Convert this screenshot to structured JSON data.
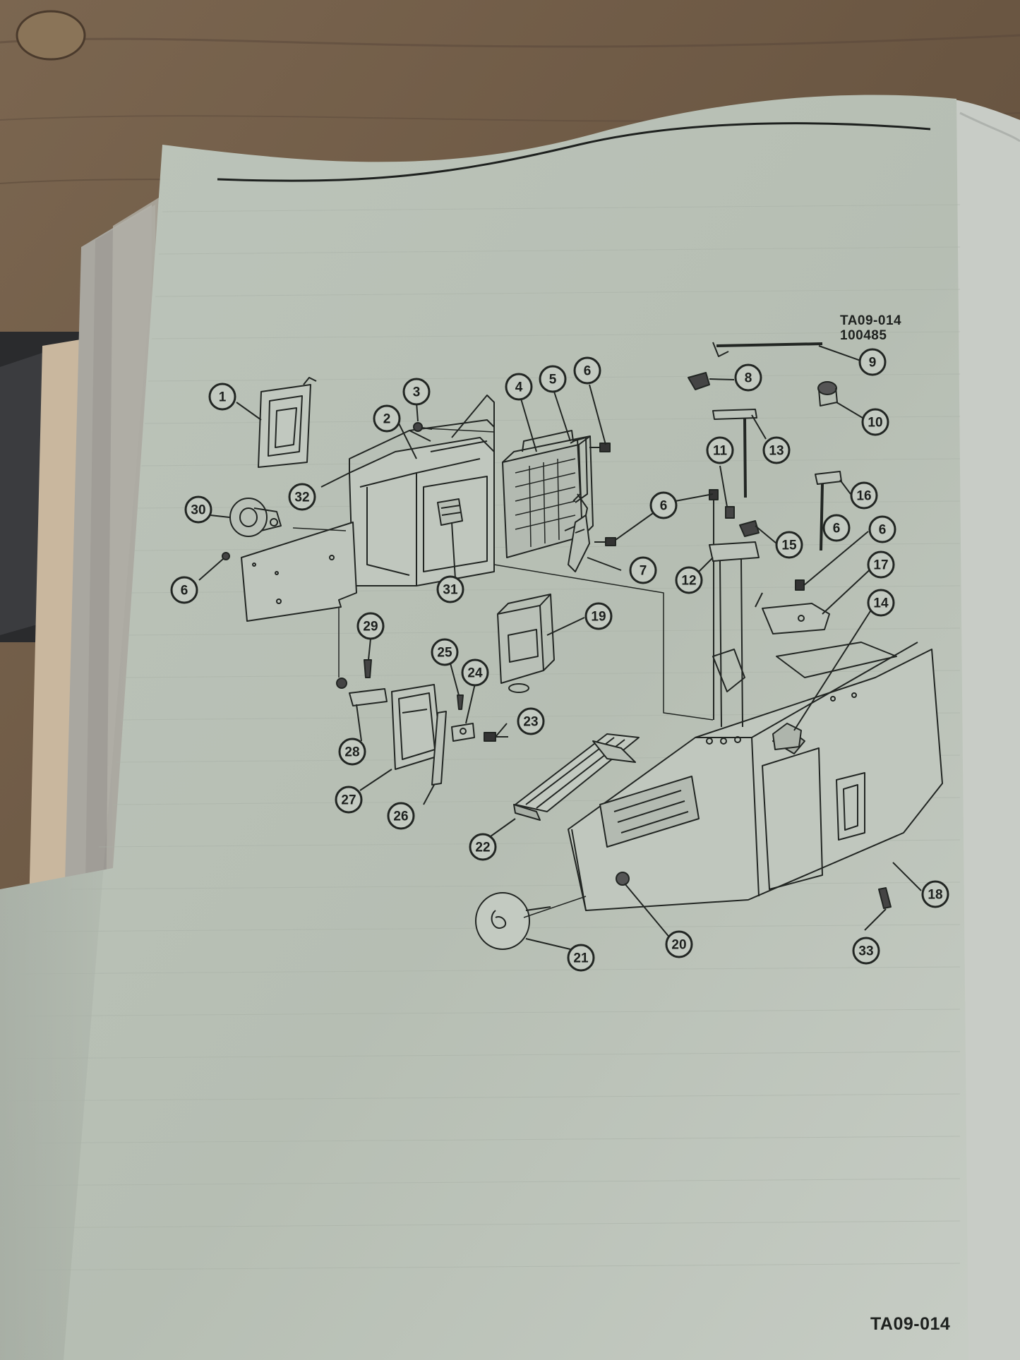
{
  "document": {
    "figure_code_top": "TA09-014",
    "figure_date_code": "100485",
    "figure_code_bottom": "TA09-014"
  },
  "callouts": [
    {
      "id": "1",
      "label": "1"
    },
    {
      "id": "2",
      "label": "2"
    },
    {
      "id": "3",
      "label": "3"
    },
    {
      "id": "4",
      "label": "4"
    },
    {
      "id": "5",
      "label": "5"
    },
    {
      "id": "6a",
      "label": "6"
    },
    {
      "id": "6b",
      "label": "6"
    },
    {
      "id": "6c",
      "label": "6"
    },
    {
      "id": "6d",
      "label": "6"
    },
    {
      "id": "6e",
      "label": "6"
    },
    {
      "id": "7",
      "label": "7"
    },
    {
      "id": "8",
      "label": "8"
    },
    {
      "id": "9",
      "label": "9"
    },
    {
      "id": "10",
      "label": "10"
    },
    {
      "id": "11",
      "label": "11"
    },
    {
      "id": "12",
      "label": "12"
    },
    {
      "id": "13",
      "label": "13"
    },
    {
      "id": "14",
      "label": "14"
    },
    {
      "id": "15",
      "label": "15"
    },
    {
      "id": "16",
      "label": "16"
    },
    {
      "id": "17",
      "label": "17"
    },
    {
      "id": "18",
      "label": "18"
    },
    {
      "id": "19",
      "label": "19"
    },
    {
      "id": "20",
      "label": "20"
    },
    {
      "id": "21",
      "label": "21"
    },
    {
      "id": "22",
      "label": "22"
    },
    {
      "id": "23",
      "label": "23"
    },
    {
      "id": "24",
      "label": "24"
    },
    {
      "id": "25",
      "label": "25"
    },
    {
      "id": "26",
      "label": "26"
    },
    {
      "id": "27",
      "label": "27"
    },
    {
      "id": "28",
      "label": "28"
    },
    {
      "id": "29",
      "label": "29"
    },
    {
      "id": "30",
      "label": "30"
    },
    {
      "id": "31",
      "label": "31"
    },
    {
      "id": "32",
      "label": "32"
    },
    {
      "id": "33",
      "label": "33"
    }
  ],
  "colors": {
    "table_wood": "#6e5a45",
    "page_paper": "#b8c0b5",
    "ink": "#222623"
  }
}
